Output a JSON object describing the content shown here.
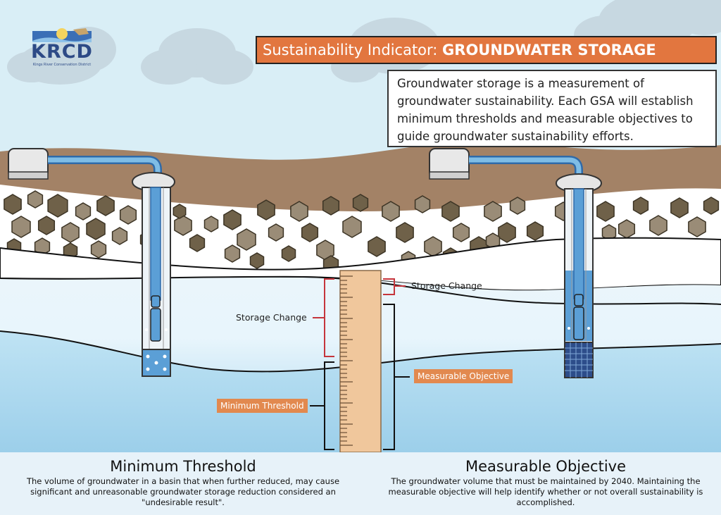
{
  "logo": {
    "name": "KRCD",
    "subtitle": "Kings River Conservation District"
  },
  "title": {
    "prefix": "Sustainability Indicator: ",
    "emphasis": "GROUNDWATER STORAGE"
  },
  "description": "Groundwater storage is a measurement of groundwater sustainability. Each GSA will establish minimum thresholds and measurable objectives to guide groundwater sustainability efforts.",
  "labels": {
    "storage_change_left": "Storage Change",
    "storage_change_right": "Storage Change",
    "measurable_objective": "Measurable Objective",
    "minimum_threshold": "Minimum Threshold"
  },
  "bottom": {
    "left": {
      "heading": "Minimum Threshold",
      "text": "The volume of groundwater in a basin that when further reduced, may cause significant and unreasonable groundwater storage reduction considered an \"undesirable result\"."
    },
    "right": {
      "heading": "Measurable Objective",
      "text": "The groundwater volume that must be maintained by 2040. Maintaining the measurable objective will help identify whether or not overall sustainability is accomplished."
    }
  },
  "colors": {
    "sky": "#d9eef6",
    "soil": "#a38266",
    "rock_dark": "#6f6149",
    "rock_light": "#9a8c77",
    "water": "#9fd1ea",
    "pipe": "#5b9fd6",
    "title_banner": "#e2763f",
    "tag": "#e2894f",
    "bracket_red": "#c5353c",
    "ruler": "#f0c79c"
  }
}
